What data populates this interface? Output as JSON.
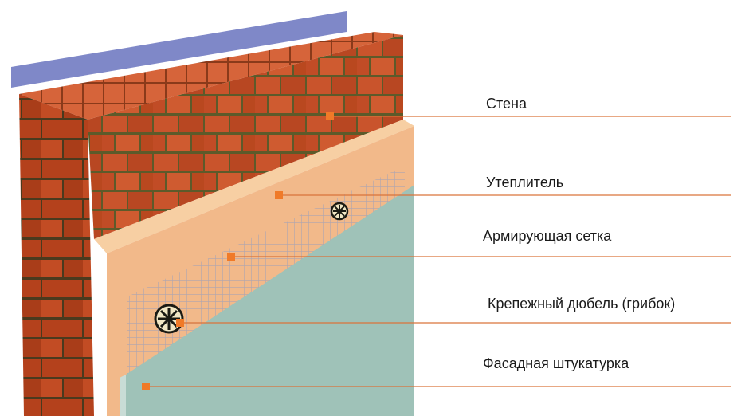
{
  "labels": {
    "wall": "Стена",
    "insulation": "Утеплитель",
    "mesh": "Армирующая сетка",
    "dowel": "Крепежный дюбель (грибок)",
    "plaster": "Фасадная штукатурка"
  },
  "colors": {
    "backing": "#7f88c8",
    "brick": "#c8512a",
    "mortar": "#5a5a28",
    "insulation": "#f2b98a",
    "plaster": "#9fc2b8",
    "leader": "#d9733a",
    "marker": "#f07a28"
  }
}
